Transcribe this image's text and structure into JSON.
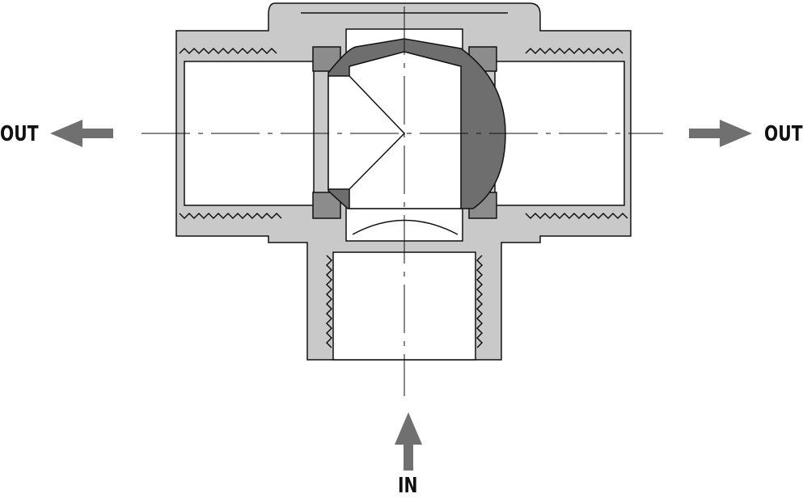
{
  "labels": {
    "outlet_left": "OUT",
    "outlet_right": "OUT",
    "inlet": "IN"
  },
  "colors": {
    "body": "#c9c9c9",
    "ball": "#6e6e6e",
    "seat": "#8c8c8c",
    "arrow": "#707070",
    "line": "#111111"
  },
  "icons": [
    "arrow-left-icon",
    "arrow-right-icon",
    "arrow-up-icon"
  ]
}
